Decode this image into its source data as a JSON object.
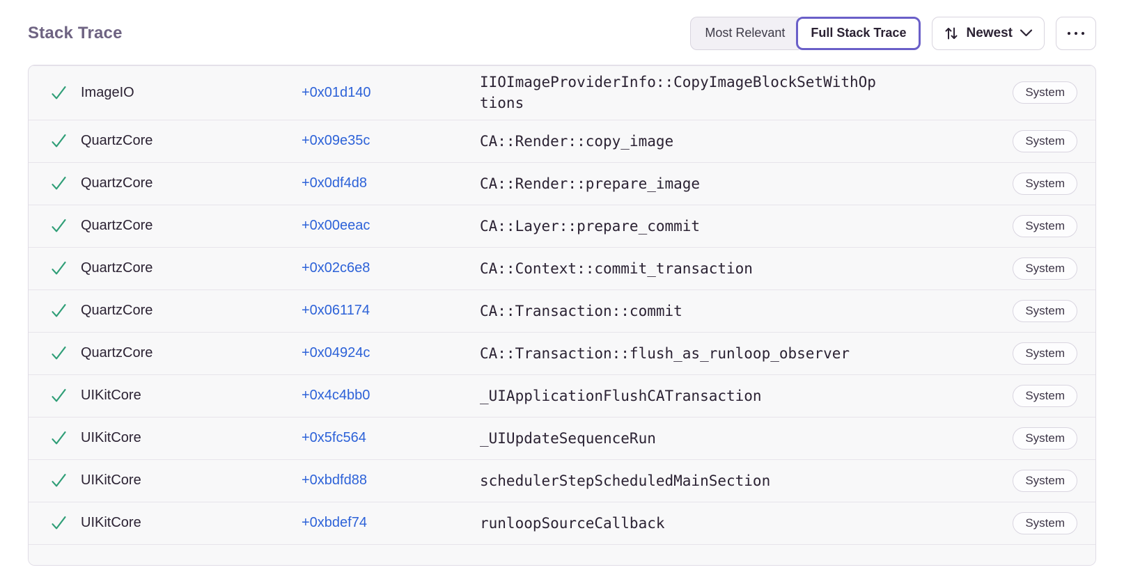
{
  "header": {
    "title": "Stack Trace",
    "view_toggle": {
      "options": [
        {
          "label": "Most Relevant",
          "selected": false
        },
        {
          "label": "Full Stack Trace",
          "selected": true
        }
      ]
    },
    "sort": {
      "label": "Newest"
    }
  },
  "colors": {
    "accent_purple": "#6a5fc8",
    "link_blue": "#2d62d8",
    "check_green": "#2f9e77",
    "title_gray_purple": "#6e6382",
    "row_background": "#f8f8f9"
  },
  "stack_trace": {
    "frames": [
      {
        "module": "ImageIO",
        "address": "+0x01d140",
        "function": "IIOImageProviderInfo::CopyImageBlockSetWithOptions",
        "badge": "System"
      },
      {
        "module": "QuartzCore",
        "address": "+0x09e35c",
        "function": "CA::Render::copy_image",
        "badge": "System"
      },
      {
        "module": "QuartzCore",
        "address": "+0x0df4d8",
        "function": "CA::Render::prepare_image",
        "badge": "System"
      },
      {
        "module": "QuartzCore",
        "address": "+0x00eeac",
        "function": "CA::Layer::prepare_commit",
        "badge": "System"
      },
      {
        "module": "QuartzCore",
        "address": "+0x02c6e8",
        "function": "CA::Context::commit_transaction",
        "badge": "System"
      },
      {
        "module": "QuartzCore",
        "address": "+0x061174",
        "function": "CA::Transaction::commit",
        "badge": "System"
      },
      {
        "module": "QuartzCore",
        "address": "+0x04924c",
        "function": "CA::Transaction::flush_as_runloop_observer",
        "badge": "System"
      },
      {
        "module": "UIKitCore",
        "address": "+0x4c4bb0",
        "function": "_UIApplicationFlushCATransaction",
        "badge": "System"
      },
      {
        "module": "UIKitCore",
        "address": "+0x5fc564",
        "function": "_UIUpdateSequenceRun",
        "badge": "System"
      },
      {
        "module": "UIKitCore",
        "address": "+0xbdfd88",
        "function": "schedulerStepScheduledMainSection",
        "badge": "System"
      },
      {
        "module": "UIKitCore",
        "address": "+0xbdef74",
        "function": "runloopSourceCallback",
        "badge": "System"
      }
    ]
  }
}
